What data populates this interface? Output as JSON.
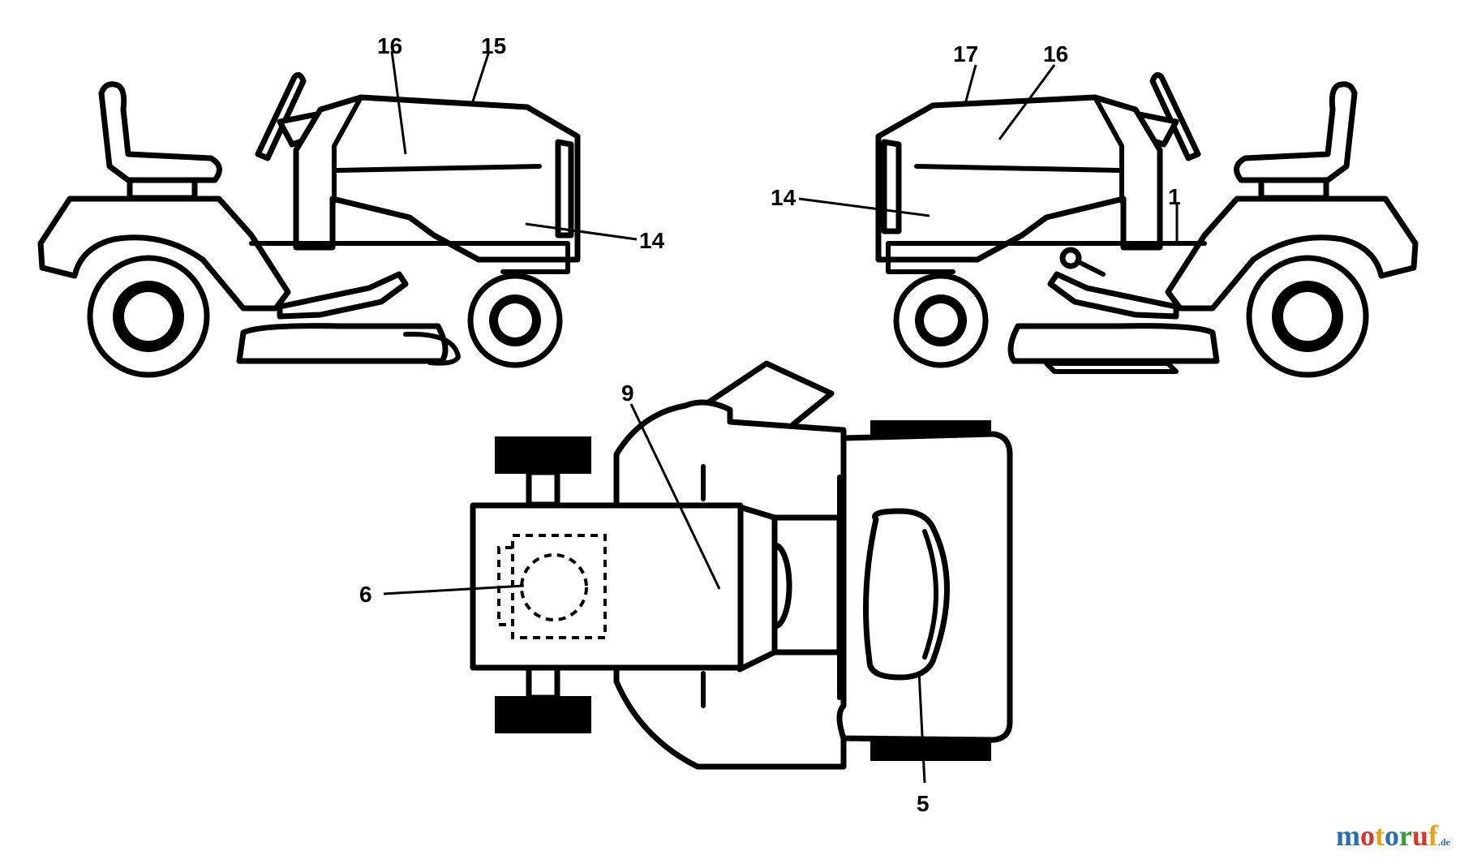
{
  "callouts": {
    "left_view": {
      "c16": "16",
      "c15": "15",
      "c14": "14"
    },
    "right_view": {
      "c17": "17",
      "c16": "16",
      "c14": "14",
      "c1": "1"
    },
    "top_view": {
      "c9": "9",
      "c6": "6",
      "c5": "5"
    }
  },
  "watermark": {
    "letters": [
      "m",
      "o",
      "t",
      "o",
      "r",
      "u",
      "f"
    ],
    "colors": [
      "#2a6fb5",
      "#d9362b",
      "#e8a21a",
      "#2a6fb5",
      "#3a9b3a",
      "#d9362b",
      "#e8a21a"
    ],
    "suffix": ".de"
  }
}
